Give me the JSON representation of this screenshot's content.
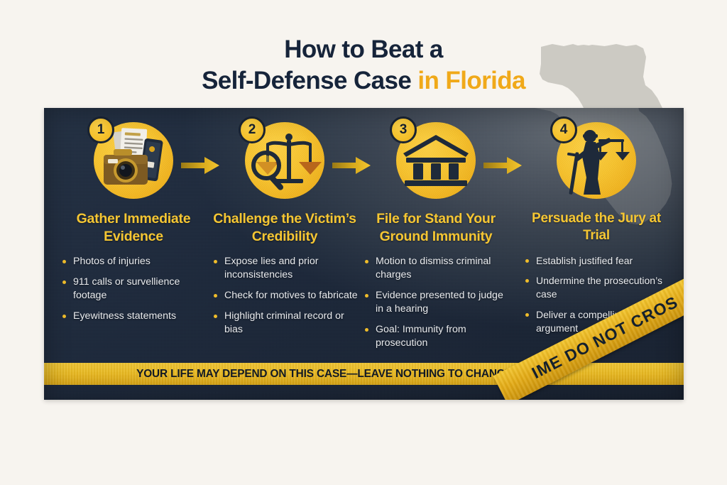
{
  "title": {
    "line1": "How to Beat a",
    "line2_main": "Self-Defense Case ",
    "line2_accent": "in Florida"
  },
  "colors": {
    "background": "#f7f4ef",
    "panel_dark": "#1b2739",
    "gold": "#f0bd2a",
    "gold_bright": "#f5c633",
    "accent_orange": "#f0a919",
    "title_navy": "#16243a",
    "map_gray": "#c9c7c0",
    "bullet_text": "#e9ebee"
  },
  "map": {
    "name": "florida-state-silhouette",
    "fill": "#c9c7c0"
  },
  "steps": [
    {
      "number": "1",
      "icon": "camera-documents-phone-icon",
      "title": "Gather Immediate Evidence",
      "bullets": [
        "Photos of injuries",
        "911 calls or survellience footage",
        "Eyewitness statements"
      ]
    },
    {
      "number": "2",
      "icon": "scales-magnifier-icon",
      "title": "Challenge the Victim’s Credibility",
      "bullets": [
        "Expose lies and prior inconsistencies",
        "Check for motives to fabricate",
        "Highlight criminal record or bias"
      ]
    },
    {
      "number": "3",
      "icon": "courthouse-icon",
      "title": "File for Stand Your Ground Immunity",
      "bullets": [
        "Motion to dismiss criminal charges",
        "Evidence presented to judge in a hearing",
        "Goal: Immunity from prosecution"
      ]
    },
    {
      "number": "4",
      "icon": "lady-justice-icon",
      "title": "Persuade the Jury at Trial",
      "bullets": [
        "Establish justified fear",
        "Undermine the prosecution’s case",
        "Deliver a compelling closing argument"
      ]
    }
  ],
  "arrows": {
    "icon": "arrow-right-icon",
    "count": 3
  },
  "banner": {
    "text": "YOUR LIFE MAY DEPEND ON THIS CASE—LEAVE NOTHING TO CHANCE"
  },
  "tape": {
    "text": "IME DO NOT CROS",
    "icon": "crime-scene-tape"
  }
}
